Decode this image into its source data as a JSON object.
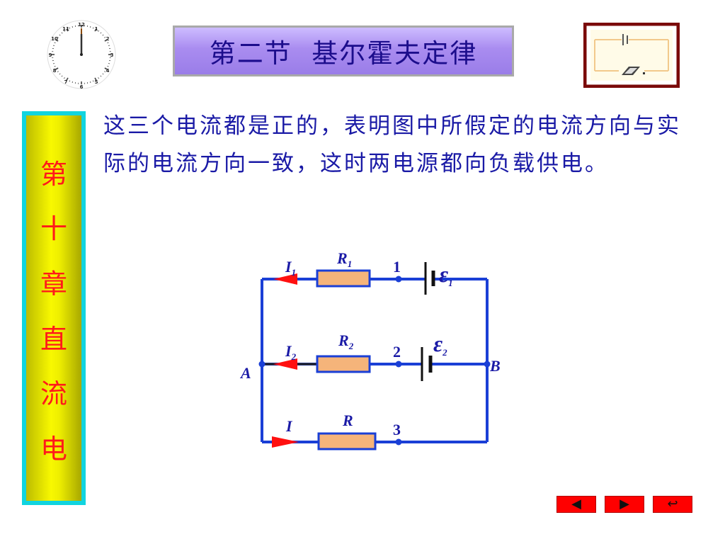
{
  "slide": {
    "title": "第二节  基尔霍夫定律",
    "chapter_chars": [
      "第",
      "十",
      "章",
      "直",
      "流",
      "电"
    ],
    "body_text": "这三个电流都是正的，表明图中所假定的电流方向与实际的电流方向一致，这时两电源都向负载供电。"
  },
  "clock": {
    "numbers": [
      "12",
      "1",
      "2",
      "3",
      "4",
      "5",
      "6",
      "7",
      "8",
      "9",
      "10",
      "11"
    ],
    "hands_time": "12:00"
  },
  "circuit": {
    "node_a": "A",
    "node_b": "B",
    "branches": [
      {
        "current_symbol": "I",
        "current_sub": "1",
        "resistor_symbol": "R",
        "resistor_sub": "1",
        "point": "1",
        "emf_symbol": "ε",
        "emf_sub": "1"
      },
      {
        "current_symbol": "I",
        "current_sub": "2",
        "resistor_symbol": "R",
        "resistor_sub": "2",
        "point": "2",
        "emf_symbol": "ε",
        "emf_sub": "2"
      },
      {
        "current_symbol": "I",
        "current_sub": "",
        "resistor_symbol": "R",
        "resistor_sub": "",
        "point": "3",
        "emf_symbol": "",
        "emf_sub": ""
      }
    ]
  },
  "nav": {
    "prev_glyph": "◀",
    "next_glyph": "▶",
    "return_glyph": "↩"
  },
  "colors": {
    "wire": "#1a3fd6",
    "arrow": "#ff1010",
    "resistor_fill": "#f5b47a",
    "resistor_border": "#1a3fd6",
    "label": "#1a1aa6",
    "chapter_text": "#ff1a1a",
    "title_text": "#1c0d8c",
    "nav_button": "#ff0000"
  }
}
